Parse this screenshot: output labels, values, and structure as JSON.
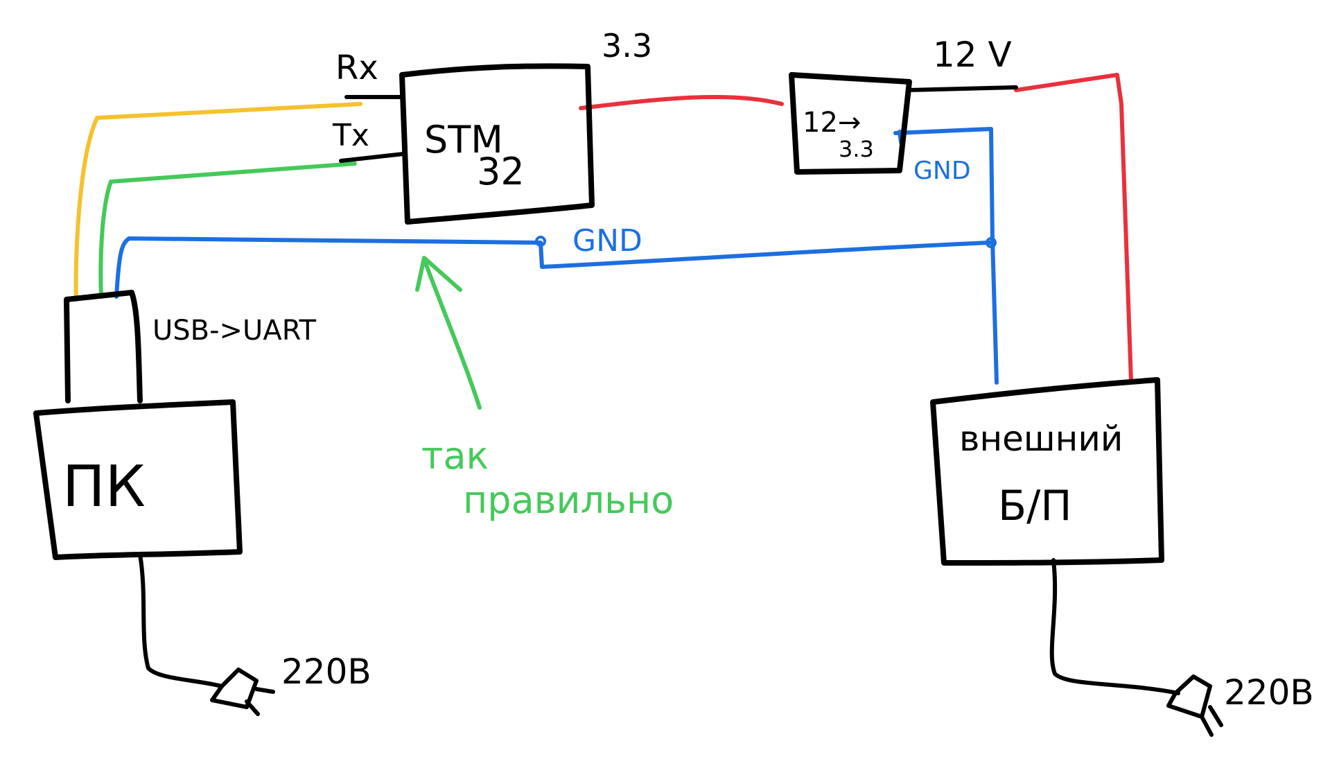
{
  "colors": {
    "ink": "#000000",
    "power": "#e8313c",
    "ground": "#1d6fe0",
    "rx_wire": "#f5c12e",
    "tx_wire": "#45c95a",
    "note": "#45c95a",
    "background": "#ffffff"
  },
  "blocks": {
    "pc": {
      "label": "ПК"
    },
    "usb_uart": {
      "label": "USB->UART"
    },
    "stm32": {
      "label_line1": "STM",
      "label_line2": "32"
    },
    "regulator": {
      "label_line1": "12→",
      "label_line2": "3.3"
    },
    "psu": {
      "label_line1": "внешний",
      "label_line2": "Б/П"
    }
  },
  "pins": {
    "rx": "Rx",
    "tx": "Tx"
  },
  "wire_labels": {
    "stm_supply": "3.3",
    "psu_output": "12 V",
    "gnd_main": "GND",
    "gnd_regulator": "GND"
  },
  "mains": {
    "pc_plug": "220В",
    "psu_plug": "220В"
  },
  "annotation": {
    "line1": "так",
    "line2": "правильно"
  },
  "icons": {
    "pc_plug": "plug-icon",
    "psu_plug": "plug-icon",
    "arrow": "arrow-up-icon"
  }
}
